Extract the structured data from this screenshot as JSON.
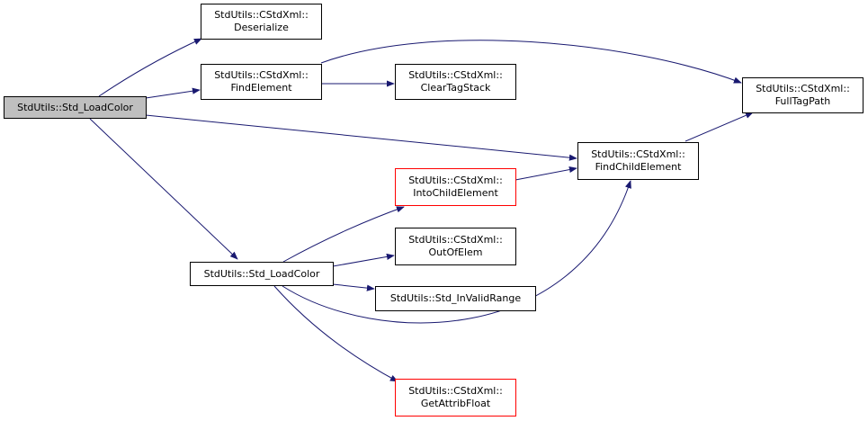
{
  "diagram": {
    "colors": {
      "edge": "#191970",
      "node_border": "#000000",
      "node_border_truncated": "#ff0000",
      "root_fill": "#bfbfbf",
      "node_fill": "#ffffff"
    },
    "nodes": {
      "root": {
        "line1": "StdUtils::Std_LoadColor"
      },
      "deserialize": {
        "line1": "StdUtils::CStdXml::",
        "line2": "Deserialize"
      },
      "find_element": {
        "line1": "StdUtils::CStdXml::",
        "line2": "FindElement"
      },
      "clear_tag_stack": {
        "line1": "StdUtils::CStdXml::",
        "line2": "ClearTagStack"
      },
      "full_tag_path": {
        "line1": "StdUtils::CStdXml::",
        "line2": "FullTagPath"
      },
      "find_child_element": {
        "line1": "StdUtils::CStdXml::",
        "line2": "FindChildElement"
      },
      "into_child_element": {
        "line1": "StdUtils::CStdXml::",
        "line2": "IntoChildElement"
      },
      "std_load_color_2": {
        "line1": "StdUtils::Std_LoadColor"
      },
      "out_of_elem": {
        "line1": "StdUtils::CStdXml::",
        "line2": "OutOfElem"
      },
      "std_invalid_range": {
        "line1": "StdUtils::Std_InValidRange"
      },
      "get_attrib_float": {
        "line1": "StdUtils::CStdXml::",
        "line2": "GetAttribFloat"
      }
    }
  }
}
